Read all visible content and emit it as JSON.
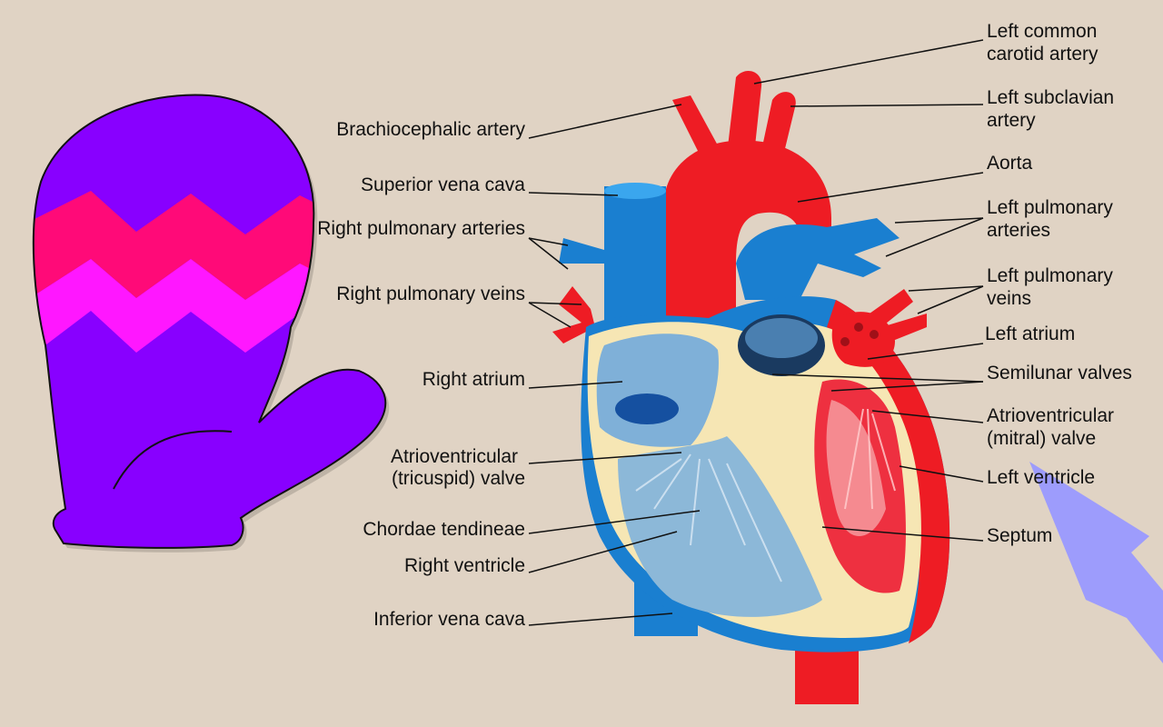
{
  "diagram": {
    "title": "Heart anatomy diagram",
    "background": "#e0d3c4",
    "left_labels": [
      {
        "id": "brachiocephalic",
        "text": "Brachiocephalic artery"
      },
      {
        "id": "svc",
        "text": "Superior vena cava"
      },
      {
        "id": "rpa",
        "text": "Right pulmonary arteries"
      },
      {
        "id": "rpv",
        "text": "Right pulmonary veins"
      },
      {
        "id": "ra",
        "text": "Right atrium"
      },
      {
        "id": "tricuspid_1",
        "text": "Atrioventricular"
      },
      {
        "id": "tricuspid_2",
        "text": "(tricuspid) valve"
      },
      {
        "id": "chordae",
        "text": "Chordae tendineae"
      },
      {
        "id": "rv",
        "text": "Right ventricle"
      },
      {
        "id": "ivc",
        "text": "Inferior vena cava"
      }
    ],
    "right_labels": [
      {
        "id": "lcca_1",
        "text": "Left common"
      },
      {
        "id": "lcca_2",
        "text": "carotid artery"
      },
      {
        "id": "lsa_1",
        "text": "Left subclavian"
      },
      {
        "id": "lsa_2",
        "text": "artery"
      },
      {
        "id": "aorta",
        "text": "Aorta"
      },
      {
        "id": "lpa_1",
        "text": "Left pulmonary"
      },
      {
        "id": "lpa_2",
        "text": "arteries"
      },
      {
        "id": "lpv_1",
        "text": "Left pulmonary"
      },
      {
        "id": "lpv_2",
        "text": "veins"
      },
      {
        "id": "la",
        "text": "Left atrium"
      },
      {
        "id": "semilunar",
        "text": "Semilunar valves"
      },
      {
        "id": "mitral_1",
        "text": "Atrioventricular"
      },
      {
        "id": "mitral_2",
        "text": "(mitral) valve"
      },
      {
        "id": "lv",
        "text": "Left ventricle"
      },
      {
        "id": "septum",
        "text": "Septum"
      }
    ],
    "colors": {
      "artery_red": "#ee1c24",
      "vein_blue": "#1a7fd0",
      "wall_cream": "#f6e6b4",
      "mitten_purple": "#8800ff",
      "mitten_pink": "#ff0a78",
      "mitten_magenta": "#ff17ff",
      "cursor_blue": "#9999ff"
    },
    "overlays": [
      "mitten-illustration",
      "pointer-arrow"
    ]
  }
}
